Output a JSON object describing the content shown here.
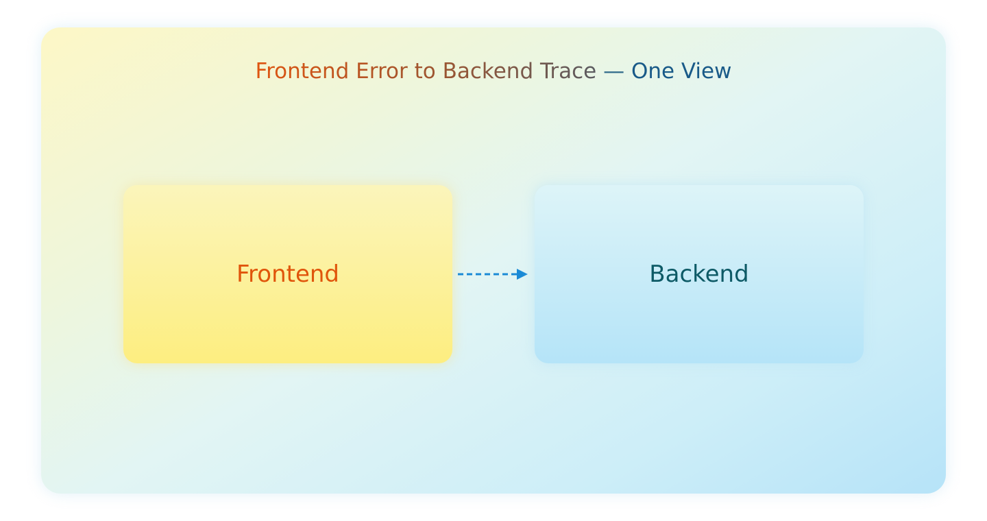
{
  "diagram": {
    "title": {
      "main": "Frontend Error to Backend Trace",
      "separator": "—",
      "accent": "One View"
    },
    "nodes": [
      {
        "id": "frontend",
        "label": "Frontend"
      },
      {
        "id": "backend",
        "label": "Backend"
      }
    ],
    "edges": [
      {
        "from": "frontend",
        "to": "backend",
        "style": "dashed",
        "direction": "forward"
      }
    ]
  },
  "colors": {
    "frontend_text": "#e0550b",
    "backend_text": "#0d5a66",
    "title_accent": "#195a88",
    "connector": "#1a8ad6",
    "frontend_fill": "#fdee80",
    "backend_fill": "#b5e4f8"
  }
}
